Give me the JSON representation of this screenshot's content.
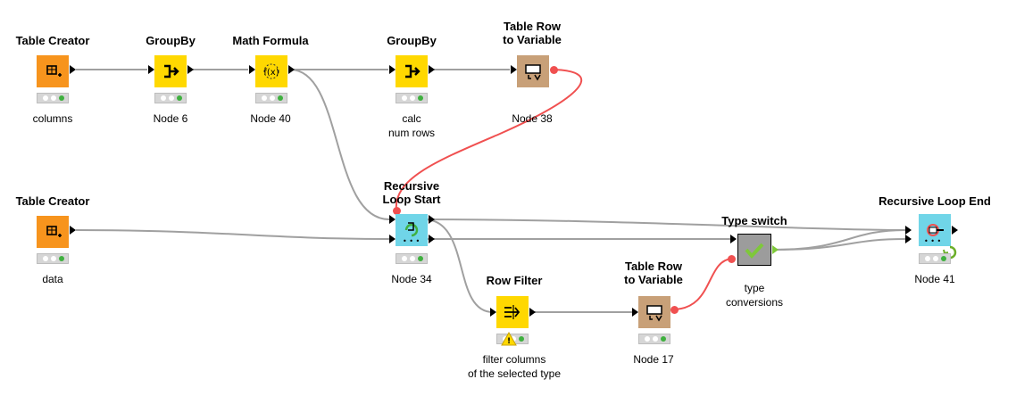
{
  "colors": {
    "reader": "#f7941d",
    "manipulator": "#ffd800",
    "flow": "#c8a078",
    "loop": "#70d5e8",
    "switch": "#9c9c9c",
    "variable": "#f05050",
    "edge": "#a0a0a0"
  },
  "nodes": [
    {
      "id": "tc1",
      "title": "Table Creator",
      "label": "columns",
      "icon": "table-icon"
    },
    {
      "id": "gb1",
      "title": "GroupBy",
      "label": "Node 6",
      "icon": "groupby-icon"
    },
    {
      "id": "mf",
      "title": "Math Formula",
      "label": "Node 40",
      "icon": "formula-icon"
    },
    {
      "id": "gb2",
      "title": "GroupBy",
      "label": "calc\nnum rows",
      "icon": "groupby-icon"
    },
    {
      "id": "trv1",
      "title": "Table Row\nto Variable",
      "label": "Node 38",
      "icon": "row-to-variable-icon"
    },
    {
      "id": "tc2",
      "title": "Table Creator",
      "label": "data",
      "icon": "table-icon"
    },
    {
      "id": "rls",
      "title": "Recursive\nLoop Start",
      "label": "Node 34",
      "icon": "loop-start-icon"
    },
    {
      "id": "rf",
      "title": "Row Filter",
      "label": "filter columns\nof the selected type",
      "icon": "filter-icon"
    },
    {
      "id": "trv2",
      "title": "Table Row\nto Variable",
      "label": "Node 17",
      "icon": "row-to-variable-icon"
    },
    {
      "id": "ts",
      "title": "Type switch",
      "label": "type\nconversions",
      "icon": "checkmark-icon"
    },
    {
      "id": "rle",
      "title": "Recursive Loop End",
      "label": "Node 41",
      "icon": "loop-end-icon"
    }
  ]
}
